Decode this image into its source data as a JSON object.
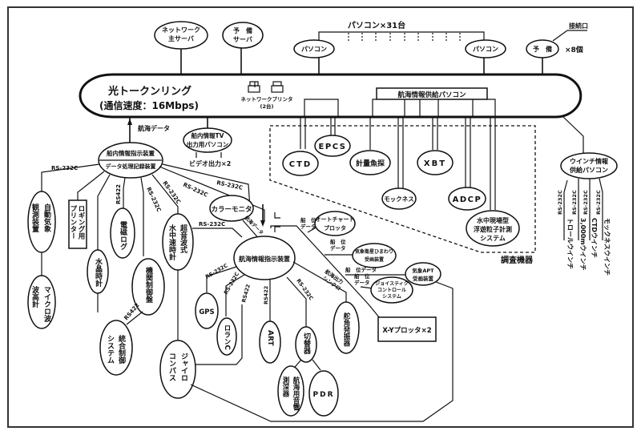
{
  "ring": {
    "title": "光トークンリング",
    "speed": "(通信速度：16Mbps)",
    "printers_label": "ネットワークプリンタ",
    "printers_count": "(2台)",
    "nav_pc": "航海情報供給パソコン"
  },
  "top": {
    "main_server": [
      "ネットワーク",
      "主サーバ"
    ],
    "spare_server": [
      "予　備",
      "サーバ"
    ],
    "pc_group_label": "パソコン×31台",
    "pc_left": "パソコン",
    "pc_right": "パソコン",
    "spare_port": "予　備",
    "port_label": "接続口",
    "port_count": "×8個"
  },
  "left": {
    "nav_data": "航海データ",
    "onboard_tv": [
      "船内情報TV",
      "出力用パソコン"
    ],
    "video_out": "ビデオ出力×2",
    "info_display": "船内情報指示装置",
    "data_logger": "データ処理記録装置",
    "rs232c": "RS-232C",
    "rs422": "RS422",
    "weather": [
      "自動気象",
      "観測装置"
    ],
    "logging_printer": [
      "ロギング用",
      "プリンター"
    ],
    "electromag_log": "電磁ログ",
    "crystal_clock": "水晶時計",
    "wave_meter": [
      "マイクロ波",
      "波高計"
    ],
    "engine_panel": "機関制御盤",
    "integrated_ctrl": [
      "統合制御",
      "システム"
    ],
    "sonic_current": [
      "超音波式",
      "水中速時計"
    ],
    "gyro": [
      "ジャイロ",
      "コンパス"
    ]
  },
  "center": {
    "color_monitor": "カラーモニタ",
    "nav_display": "航海情報指示装置",
    "gps": "GPS",
    "loran": "ロランC",
    "art": "ART",
    "switch": "切替器",
    "echo_sounder": [
      "航海用音響",
      "測深器"
    ],
    "pdr": "PDR",
    "rudder": "舵角発振器",
    "ship_pos_data": [
      "船　位",
      "データ"
    ],
    "ship_pos_data_inline": "船　位データ",
    "auto_chart": [
      "オートチャート",
      "プロッタ"
    ],
    "himawari": [
      "気象衛星ひまわり",
      "受画装置"
    ],
    "weather_apt": [
      "気象APT",
      "受画装置"
    ],
    "joystick": [
      "ジョイスティク",
      "コントロール",
      "システム"
    ],
    "sync_out": [
      "航海出力",
      "シンクロ"
    ],
    "xy_plotter": "X-Yプロッタ×2",
    "nav_data_small": "航海データ"
  },
  "survey": {
    "group_label": "調査機器",
    "ctd": "CTD",
    "epcs": "EPCS",
    "fish_finder": "計量魚探",
    "xbt": "XBT",
    "mocness": "モックネス",
    "adcp": "ADCP",
    "particle": [
      "水中現場型",
      "浮遊粒子計測",
      "システム"
    ]
  },
  "winch": {
    "pc": [
      "ウインチ情報",
      "供給パソコン"
    ],
    "rs232c": "RS-232C",
    "items": [
      "トロールウインチ",
      "3,000mウインチ",
      "CTDウインチ",
      "モックネスウインチ"
    ]
  }
}
